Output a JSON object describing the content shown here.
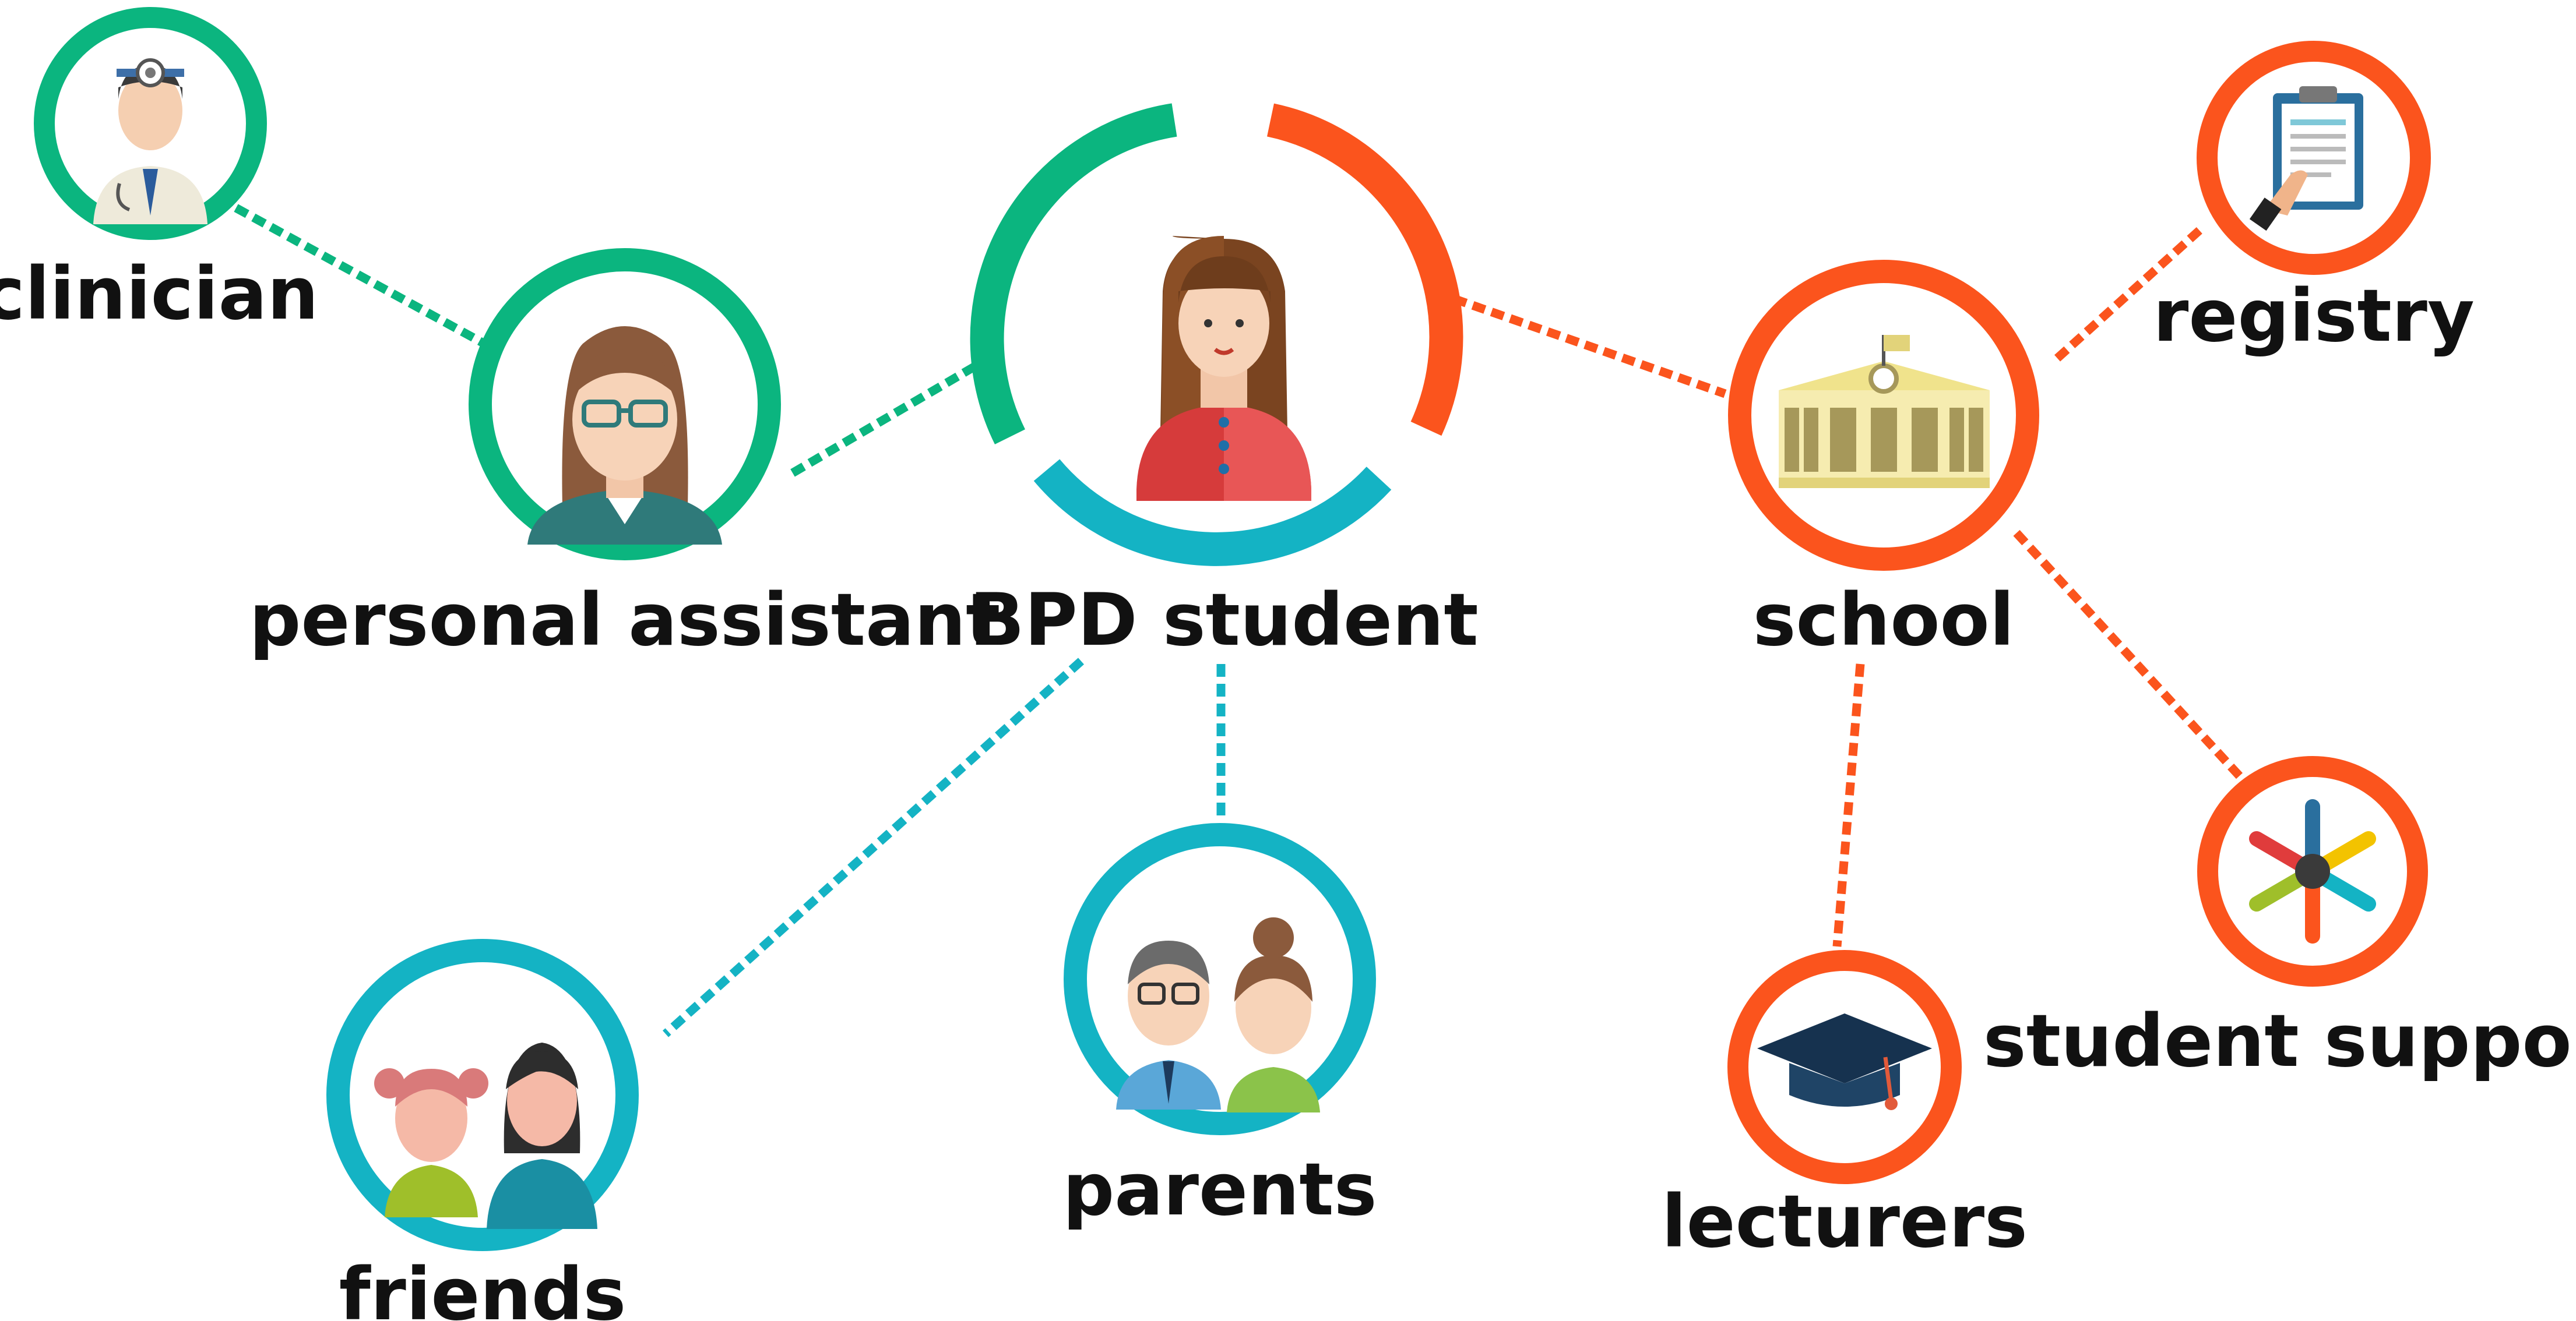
{
  "colors": {
    "green": "#0bb57f",
    "orange": "#fb541d",
    "teal": "#14b3c4",
    "text": "#111111"
  },
  "center": {
    "label": "BPD student",
    "icon": "student-woman-icon"
  },
  "nodes": [
    {
      "id": "clinician",
      "label": "clinician",
      "group": "green",
      "icon": "doctor-icon"
    },
    {
      "id": "personal-assistant",
      "label": "personal assistant",
      "group": "green",
      "icon": "assistant-woman-glasses-icon"
    },
    {
      "id": "school",
      "label": "school",
      "group": "orange",
      "icon": "school-building-icon"
    },
    {
      "id": "registry",
      "label": "registry",
      "group": "orange",
      "icon": "clipboard-icon"
    },
    {
      "id": "student-support",
      "label": "student support",
      "group": "orange",
      "icon": "joined-hands-icon"
    },
    {
      "id": "lecturers",
      "label": "lecturers",
      "group": "orange",
      "icon": "graduation-cap-icon"
    },
    {
      "id": "parents",
      "label": "parents",
      "group": "teal",
      "icon": "parents-couple-icon"
    },
    {
      "id": "friends",
      "label": "friends",
      "group": "teal",
      "icon": "friends-icon"
    }
  ],
  "edges": [
    {
      "from": "clinician",
      "to": "personal-assistant"
    },
    {
      "from": "personal-assistant",
      "to": "center"
    },
    {
      "from": "center",
      "to": "school"
    },
    {
      "from": "school",
      "to": "registry"
    },
    {
      "from": "school",
      "to": "student-support"
    },
    {
      "from": "school",
      "to": "lecturers"
    },
    {
      "from": "center",
      "to": "parents"
    },
    {
      "from": "center",
      "to": "friends"
    }
  ]
}
